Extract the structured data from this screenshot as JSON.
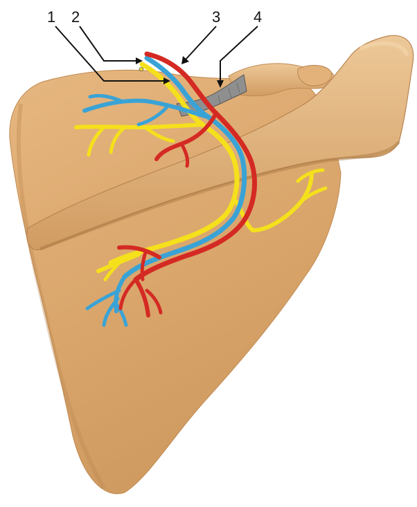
{
  "labels": [
    {
      "id": "1",
      "text": "1"
    },
    {
      "id": "2",
      "text": "2"
    },
    {
      "id": "3",
      "text": "3"
    },
    {
      "id": "4",
      "text": "4"
    }
  ],
  "colors": {
    "bone": "#d9a870",
    "bone_shadow": "#b98650",
    "bone_highlight": "#edc595",
    "nerve": "#f7e421",
    "vein": "#3aa3d6",
    "artery": "#d42a23",
    "ligament": "#8c8c8c",
    "leader": "#111111"
  },
  "icons": {
    "bone": "scapula-illustration",
    "nerve": "nerve-path",
    "vein": "vein-path",
    "artery": "artery-path",
    "ligament": "ligament-band"
  }
}
